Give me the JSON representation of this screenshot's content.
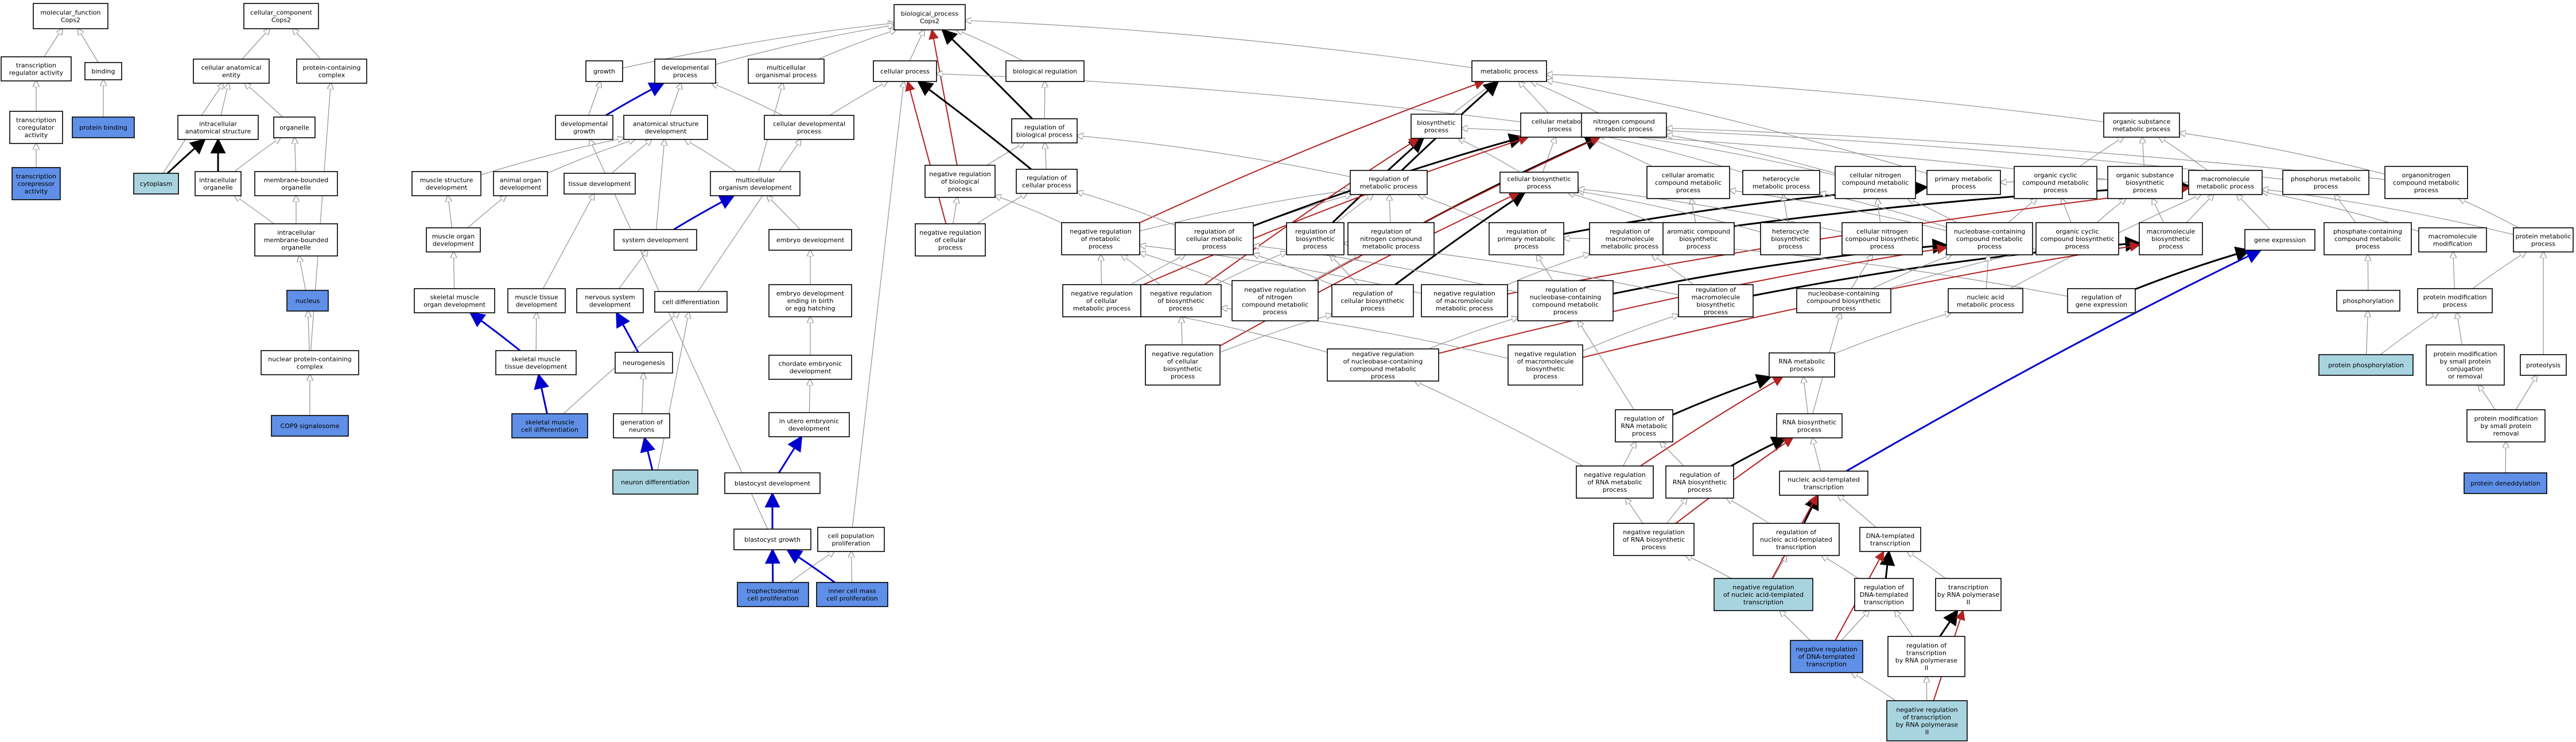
{
  "colors": {
    "plain": "#ffffff",
    "annotated": "#5f8fe6",
    "light": "#a8d4e0",
    "is_a": "#999999",
    "part_of": "#000000",
    "negatively_regulates": "#b22222",
    "positively_regulates": "#0000cc"
  },
  "nodes": [
    {
      "id": "mf",
      "lines": [
        "molecular_function",
        "Cops2"
      ],
      "style": "plain"
    },
    {
      "id": "cc",
      "lines": [
        "cellular_component",
        "Cops2"
      ],
      "style": "plain"
    },
    {
      "id": "bp",
      "lines": [
        "biological_process",
        "Cops2"
      ],
      "style": "plain"
    },
    {
      "id": "trregact",
      "lines": [
        "transcription",
        "regulator activity"
      ],
      "style": "plain"
    },
    {
      "id": "binding",
      "lines": [
        "binding"
      ],
      "style": "plain"
    },
    {
      "id": "trcoreg",
      "lines": [
        "transcription",
        "coregulator",
        "activity"
      ],
      "style": "plain"
    },
    {
      "id": "protbind",
      "lines": [
        "protein binding"
      ],
      "style": "annotated"
    },
    {
      "id": "trcorep",
      "lines": [
        "transcription",
        "corepressor",
        "activity"
      ],
      "style": "annotated"
    },
    {
      "id": "cae",
      "lines": [
        "cellular anatomical",
        "entity"
      ],
      "style": "plain"
    },
    {
      "id": "pcc",
      "lines": [
        "protein-containing",
        "complex"
      ],
      "style": "plain"
    },
    {
      "id": "ias",
      "lines": [
        "intracellular",
        "anatomical structure"
      ],
      "style": "plain"
    },
    {
      "id": "organelle",
      "lines": [
        "organelle"
      ],
      "style": "plain"
    },
    {
      "id": "cytoplasm",
      "lines": [
        "cytoplasm"
      ],
      "style": "light"
    },
    {
      "id": "icorg",
      "lines": [
        "intracellular",
        "organelle"
      ],
      "style": "plain"
    },
    {
      "id": "mbo",
      "lines": [
        "membrane-bounded",
        "organelle"
      ],
      "style": "plain"
    },
    {
      "id": "imbo",
      "lines": [
        "intracellular",
        "membrane-bounded",
        "organelle"
      ],
      "style": "plain"
    },
    {
      "id": "nucleus",
      "lines": [
        "nucleus"
      ],
      "style": "annotated"
    },
    {
      "id": "npcc",
      "lines": [
        "nuclear protein-containing",
        "complex"
      ],
      "style": "plain"
    },
    {
      "id": "cop9",
      "lines": [
        "COP9 signalosome"
      ],
      "style": "annotated"
    },
    {
      "id": "growth",
      "lines": [
        "growth"
      ],
      "style": "plain"
    },
    {
      "id": "devproc",
      "lines": [
        "developmental",
        "process"
      ],
      "style": "plain"
    },
    {
      "id": "multiorg",
      "lines": [
        "multicellular",
        "organismal process"
      ],
      "style": "plain"
    },
    {
      "id": "cellproc",
      "lines": [
        "cellular process"
      ],
      "style": "plain"
    },
    {
      "id": "bioreg",
      "lines": [
        "biological regulation"
      ],
      "style": "plain"
    },
    {
      "id": "metproc",
      "lines": [
        "metabolic process"
      ],
      "style": "plain"
    },
    {
      "id": "devgrowth",
      "lines": [
        "developmental",
        "growth"
      ],
      "style": "plain"
    },
    {
      "id": "asd",
      "lines": [
        "anatomical structure",
        "development"
      ],
      "style": "plain"
    },
    {
      "id": "celldev",
      "lines": [
        "cellular developmental",
        "process"
      ],
      "style": "plain"
    },
    {
      "id": "regbp",
      "lines": [
        "regulation of",
        "biological process"
      ],
      "style": "plain"
    },
    {
      "id": "msd",
      "lines": [
        "muscle structure",
        "development"
      ],
      "style": "plain"
    },
    {
      "id": "animorgdev",
      "lines": [
        "animal organ",
        "development"
      ],
      "style": "plain"
    },
    {
      "id": "tissuedev",
      "lines": [
        "tissue development"
      ],
      "style": "plain"
    },
    {
      "id": "mcod",
      "lines": [
        "multicellular",
        "organism development"
      ],
      "style": "plain"
    },
    {
      "id": "negregbp",
      "lines": [
        "negative regulation",
        "of biological",
        "process"
      ],
      "style": "plain"
    },
    {
      "id": "regcp",
      "lines": [
        "regulation of",
        "cellular process"
      ],
      "style": "plain"
    },
    {
      "id": "musorgdev",
      "lines": [
        "muscle organ",
        "development"
      ],
      "style": "plain"
    },
    {
      "id": "sysdev",
      "lines": [
        "system development"
      ],
      "style": "plain"
    },
    {
      "id": "embdev",
      "lines": [
        "embryo development"
      ],
      "style": "plain"
    },
    {
      "id": "negregcp",
      "lines": [
        "negative regulation",
        "of cellular",
        "process"
      ],
      "style": "plain"
    },
    {
      "id": "smod",
      "lines": [
        "skeletal muscle",
        "organ development"
      ],
      "style": "plain"
    },
    {
      "id": "mtd",
      "lines": [
        "muscle tissue",
        "development"
      ],
      "style": "plain"
    },
    {
      "id": "nsd",
      "lines": [
        "nervous system",
        "development"
      ],
      "style": "plain"
    },
    {
      "id": "celldiff",
      "lines": [
        "cell differentiation"
      ],
      "style": "plain"
    },
    {
      "id": "embbirth",
      "lines": [
        "embryo development",
        "ending in birth",
        "or egg hatching"
      ],
      "style": "plain"
    },
    {
      "id": "smtd",
      "lines": [
        "skeletal muscle",
        "tissue development"
      ],
      "style": "plain"
    },
    {
      "id": "neurogen",
      "lines": [
        "neurogenesis"
      ],
      "style": "plain"
    },
    {
      "id": "chordemb",
      "lines": [
        "chordate embryonic",
        "development"
      ],
      "style": "plain"
    },
    {
      "id": "smcd",
      "lines": [
        "skeletal muscle",
        "cell differentiation"
      ],
      "style": "annotated"
    },
    {
      "id": "genneur",
      "lines": [
        "generation of",
        "neurons"
      ],
      "style": "plain"
    },
    {
      "id": "inutero",
      "lines": [
        "in utero embryonic",
        "development"
      ],
      "style": "plain"
    },
    {
      "id": "neurdiff",
      "lines": [
        "neuron differentiation"
      ],
      "style": "light"
    },
    {
      "id": "blastdev",
      "lines": [
        "blastocyst development"
      ],
      "style": "plain"
    },
    {
      "id": "blastgrowth",
      "lines": [
        "blastocyst growth"
      ],
      "style": "plain"
    },
    {
      "id": "cellprolif",
      "lines": [
        "cell population",
        "proliferation"
      ],
      "style": "plain"
    },
    {
      "id": "tropho",
      "lines": [
        "trophectodermal",
        "cell proliferation"
      ],
      "style": "annotated"
    },
    {
      "id": "icm",
      "lines": [
        "inner cell mass",
        "cell proliferation"
      ],
      "style": "annotated"
    },
    {
      "id": "biosyn",
      "lines": [
        "biosynthetic",
        "process"
      ],
      "style": "plain"
    },
    {
      "id": "cellmet",
      "lines": [
        "cellular metabolic",
        "process"
      ],
      "style": "plain"
    },
    {
      "id": "ncmp",
      "lines": [
        "nitrogen compound",
        "metabolic process"
      ],
      "style": "plain"
    },
    {
      "id": "osmp",
      "lines": [
        "organic substance",
        "metabolic process"
      ],
      "style": "plain"
    },
    {
      "id": "regmp",
      "lines": [
        "regulation of",
        "metabolic process"
      ],
      "style": "plain"
    },
    {
      "id": "cellbiosyn",
      "lines": [
        "cellular biosynthetic",
        "process"
      ],
      "style": "plain"
    },
    {
      "id": "cacmp",
      "lines": [
        "cellular aromatic",
        "compound metabolic",
        "process"
      ],
      "style": "plain"
    },
    {
      "id": "hetmp",
      "lines": [
        "heterocycle",
        "metabolic process"
      ],
      "style": "plain"
    },
    {
      "id": "cncmp",
      "lines": [
        "cellular nitrogen",
        "compound metabolic",
        "process"
      ],
      "style": "plain"
    },
    {
      "id": "primmet",
      "lines": [
        "primary metabolic",
        "process"
      ],
      "style": "plain"
    },
    {
      "id": "occmp",
      "lines": [
        "organic cyclic",
        "compound metabolic",
        "process"
      ],
      "style": "plain"
    },
    {
      "id": "osbp",
      "lines": [
        "organic substance",
        "biosynthetic",
        "process"
      ],
      "style": "plain"
    },
    {
      "id": "macromp",
      "lines": [
        "macromolecule",
        "metabolic process"
      ],
      "style": "plain"
    },
    {
      "id": "phosmp",
      "lines": [
        "phosphorus metabolic",
        "process"
      ],
      "style": "plain"
    },
    {
      "id": "orgnmp",
      "lines": [
        "organonitrogen",
        "compound metabolic",
        "process"
      ],
      "style": "plain"
    },
    {
      "id": "negregmp",
      "lines": [
        "negative regulation",
        "of metabolic",
        "process"
      ],
      "style": "plain"
    },
    {
      "id": "regcmp",
      "lines": [
        "regulation of",
        "cellular metabolic",
        "process"
      ],
      "style": "plain"
    },
    {
      "id": "regbiosyn",
      "lines": [
        "regulation of",
        "biosynthetic",
        "process"
      ],
      "style": "plain"
    },
    {
      "id": "regncmp",
      "lines": [
        "regulation of",
        "nitrogen compound",
        "metabolic process"
      ],
      "style": "plain"
    },
    {
      "id": "regprimmet",
      "lines": [
        "regulation of",
        "primary metabolic",
        "process"
      ],
      "style": "plain"
    },
    {
      "id": "regmacromp",
      "lines": [
        "regulation of",
        "macromolecule",
        "metabolic process"
      ],
      "style": "plain"
    },
    {
      "id": "acbp",
      "lines": [
        "aromatic compound",
        "biosynthetic",
        "process"
      ],
      "style": "plain"
    },
    {
      "id": "hetbp",
      "lines": [
        "heterocycle",
        "biosynthetic",
        "process"
      ],
      "style": "plain"
    },
    {
      "id": "cncbp",
      "lines": [
        "cellular nitrogen",
        "compound biosynthetic",
        "process"
      ],
      "style": "plain"
    },
    {
      "id": "nbcmp",
      "lines": [
        "nucleobase-containing",
        "compound metabolic",
        "process"
      ],
      "style": "plain"
    },
    {
      "id": "occbp",
      "lines": [
        "organic cyclic",
        "compound biosynthetic",
        "process"
      ],
      "style": "plain"
    },
    {
      "id": "macrobp",
      "lines": [
        "macromolecule",
        "biosynthetic",
        "process"
      ],
      "style": "plain"
    },
    {
      "id": "geneexp",
      "lines": [
        "gene expression"
      ],
      "style": "plain"
    },
    {
      "id": "phoscmp",
      "lines": [
        "phosphate-containing",
        "compound metabolic",
        "process"
      ],
      "style": "plain"
    },
    {
      "id": "macromod",
      "lines": [
        "macromolecule",
        "modification"
      ],
      "style": "plain"
    },
    {
      "id": "protmp",
      "lines": [
        "protein metabolic",
        "process"
      ],
      "style": "plain"
    },
    {
      "id": "negregcmp",
      "lines": [
        "negative regulation",
        "of cellular",
        "metabolic process"
      ],
      "style": "plain"
    },
    {
      "id": "negregbiosyn",
      "lines": [
        "negative regulation",
        "of biosynthetic",
        "process"
      ],
      "style": "plain"
    },
    {
      "id": "negregncmp",
      "lines": [
        "negative regulation",
        "of nitrogen",
        "compound metabolic",
        "process"
      ],
      "style": "plain"
    },
    {
      "id": "regcellbiosyn",
      "lines": [
        "regulation of",
        "cellular biosynthetic",
        "process"
      ],
      "style": "plain"
    },
    {
      "id": "negregmacromp",
      "lines": [
        "negative regulation",
        "of macromolecule",
        "metabolic process"
      ],
      "style": "plain"
    },
    {
      "id": "regnbcmp",
      "lines": [
        "regulation of",
        "nucleobase-containing",
        "compound metabolic",
        "process"
      ],
      "style": "plain"
    },
    {
      "id": "regmacrobp",
      "lines": [
        "regulation of",
        "macromolecule",
        "biosynthetic",
        "process"
      ],
      "style": "plain"
    },
    {
      "id": "nbcbp",
      "lines": [
        "nucleobase-containing",
        "compound biosynthetic",
        "process"
      ],
      "style": "plain"
    },
    {
      "id": "nucacidmp",
      "lines": [
        "nucleic acid",
        "metabolic process"
      ],
      "style": "plain"
    },
    {
      "id": "reggeneexp",
      "lines": [
        "regulation of",
        "gene expression"
      ],
      "style": "plain"
    },
    {
      "id": "phosphorylation",
      "lines": [
        "phosphorylation"
      ],
      "style": "plain"
    },
    {
      "id": "protmod",
      "lines": [
        "protein modification",
        "process"
      ],
      "style": "plain"
    },
    {
      "id": "negregcellbiosyn",
      "lines": [
        "negative regulation",
        "of cellular",
        "biosynthetic",
        "process"
      ],
      "style": "plain"
    },
    {
      "id": "negregnbcmp",
      "lines": [
        "negative regulation",
        "of nucleobase-containing",
        "compound metabolic",
        "process"
      ],
      "style": "plain"
    },
    {
      "id": "negregmacrobp",
      "lines": [
        "negative regulation",
        "of macromolecule",
        "biosynthetic",
        "process"
      ],
      "style": "plain"
    },
    {
      "id": "rnamp",
      "lines": [
        "RNA metabolic",
        "process"
      ],
      "style": "plain"
    },
    {
      "id": "protphos",
      "lines": [
        "protein phosphorylation"
      ],
      "style": "light"
    },
    {
      "id": "protmodsmall",
      "lines": [
        "protein modification",
        "by small protein",
        "conjugation",
        "or removal"
      ],
      "style": "plain"
    },
    {
      "id": "proteolysis",
      "lines": [
        "proteolysis"
      ],
      "style": "plain"
    },
    {
      "id": "regrnamp",
      "lines": [
        "regulation of",
        "RNA metabolic",
        "process"
      ],
      "style": "plain"
    },
    {
      "id": "rnabp",
      "lines": [
        "RNA biosynthetic",
        "process"
      ],
      "style": "plain"
    },
    {
      "id": "protmodremoval",
      "lines": [
        "protein modification",
        "by small protein",
        "removal"
      ],
      "style": "plain"
    },
    {
      "id": "negregrnamp",
      "lines": [
        "negative regulation",
        "of RNA metabolic",
        "process"
      ],
      "style": "plain"
    },
    {
      "id": "regrnabp",
      "lines": [
        "regulation of",
        "RNA biosynthetic",
        "process"
      ],
      "style": "plain"
    },
    {
      "id": "natt",
      "lines": [
        "nucleic acid-templated",
        "transcription"
      ],
      "style": "plain"
    },
    {
      "id": "protdened",
      "lines": [
        "protein deneddylation"
      ],
      "style": "annotated"
    },
    {
      "id": "negregrnabp",
      "lines": [
        "negative regulation",
        "of RNA biosynthetic",
        "process"
      ],
      "style": "plain"
    },
    {
      "id": "regnatt",
      "lines": [
        "regulation of",
        "nucleic acid-templated",
        "transcription"
      ],
      "style": "plain"
    },
    {
      "id": "dtt",
      "lines": [
        "DNA-templated",
        "transcription"
      ],
      "style": "plain"
    },
    {
      "id": "negregnatt",
      "lines": [
        "negative regulation",
        "of nucleic acid-templated",
        "transcription"
      ],
      "style": "light"
    },
    {
      "id": "regdtt",
      "lines": [
        "regulation of",
        "DNA-templated",
        "transcription"
      ],
      "style": "plain"
    },
    {
      "id": "trrnapol",
      "lines": [
        "transcription",
        "by RNA polymerase",
        "II"
      ],
      "style": "plain"
    },
    {
      "id": "negregdtt",
      "lines": [
        "negative regulation",
        "of DNA-templated",
        "transcription"
      ],
      "style": "annotated"
    },
    {
      "id": "regtrrnapol",
      "lines": [
        "regulation of",
        "transcription",
        "by RNA polymerase",
        "II"
      ],
      "style": "plain"
    },
    {
      "id": "negregtrrnapol",
      "lines": [
        "negative regulation",
        "of transcription",
        "by RNA polymerase",
        "II"
      ],
      "style": "light"
    }
  ]
}
